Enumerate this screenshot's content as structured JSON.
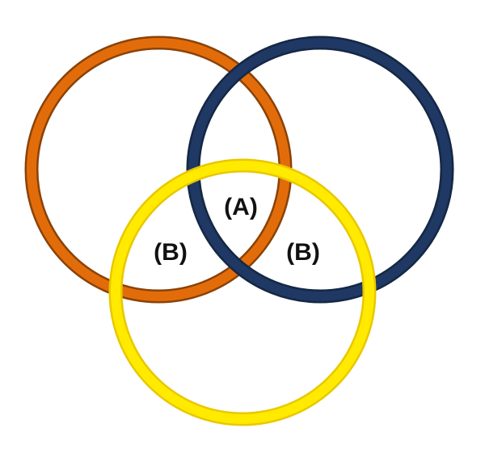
{
  "diagram": {
    "circles": [
      {
        "name": "orange",
        "stroke": "#E36C0A",
        "edge": "#8A4208"
      },
      {
        "name": "navy",
        "stroke": "#1F3864",
        "edge": "#142844"
      },
      {
        "name": "yellow",
        "stroke": "#FFEA00",
        "edge": "#E8C800"
      }
    ],
    "labels": {
      "center": "(A)",
      "left": "(B)",
      "right": "(B)"
    }
  }
}
